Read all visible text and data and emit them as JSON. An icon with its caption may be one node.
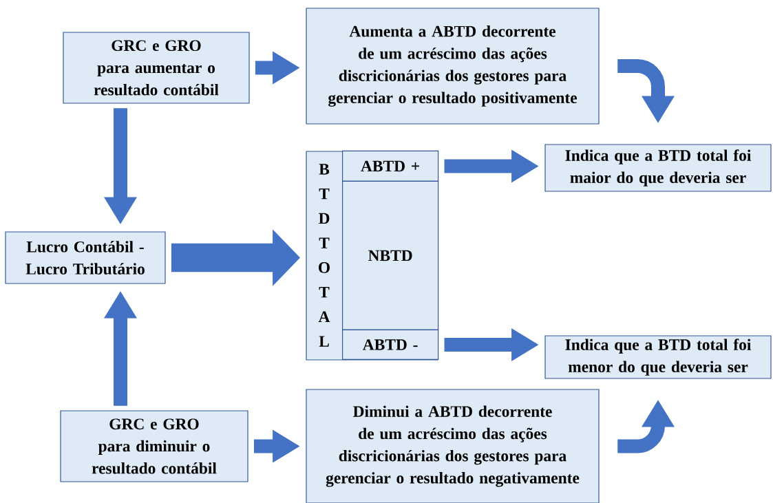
{
  "diagram": {
    "nodes": [
      {
        "text": [
          "GRC e GRO para aumentar o resultado contábil"
        ]
      },
      {
        "text": [
          "Aumenta a ABTD decorrente de um acréscimo das ações discricionárias dos gestores para gerenciar o resultado positivamente"
        ]
      },
      {
        "text": [
          "Lucro Contábil - Lucro Tributário"
        ]
      },
      {
        "text": [
          "B T D T O T A L"
        ]
      },
      {
        "text": [
          "ABTD +"
        ],
        "in": 3
      },
      {
        "text": [
          "NBTD"
        ],
        "in": 3
      },
      {
        "text": [
          "ABTD -"
        ],
        "in": 3
      },
      {
        "text": [
          "Indica que a BTD total foi maior do que deveria ser"
        ]
      },
      {
        "text": [
          "Indica que a BTD total foi menor do que deveria ser"
        ]
      },
      {
        "text": [
          "GRC e GRO para diminuir o resultado contábil"
        ]
      },
      {
        "text": [
          "Diminui a ABTD decorrente de um acréscimo das ações discricionárias dos gestores para gerenciar o resultado negativamente"
        ]
      }
    ],
    "edges": [
      {
        "from": 0,
        "to": 1,
        "arrow": "to"
      },
      {
        "from": 1,
        "to": 7,
        "arrow": "to"
      },
      {
        "from": 0,
        "to": 2,
        "arrow": "to"
      },
      {
        "from": 9,
        "to": 2,
        "arrow": "to"
      },
      {
        "from": 2,
        "to": 3,
        "arrow": "to",
        "style": "thick"
      },
      {
        "from": 4,
        "to": 7,
        "arrow": "to"
      },
      {
        "from": 6,
        "to": 8,
        "arrow": "to"
      },
      {
        "from": 9,
        "to": 10,
        "arrow": "to"
      },
      {
        "from": 10,
        "to": 8,
        "arrow": "to"
      }
    ]
  }
}
